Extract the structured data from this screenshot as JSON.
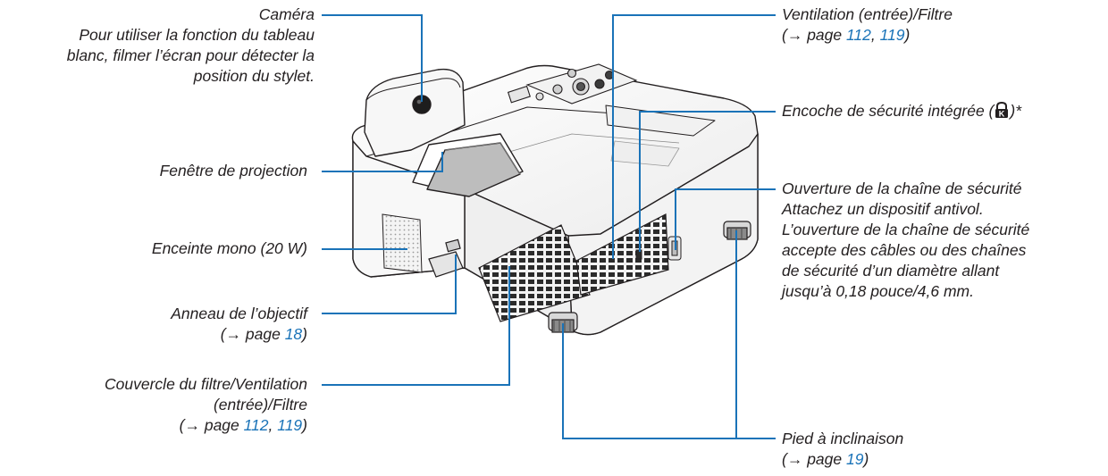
{
  "labels": {
    "camera": {
      "title": "Caméra",
      "desc": [
        "Pour utiliser la fonction du tableau",
        "blanc, filmer l’écran pour détecter la",
        "position du stylet."
      ]
    },
    "projection_window": {
      "title": "Fenêtre de projection"
    },
    "speaker": {
      "title": "Enceinte mono (20 W)"
    },
    "lens_ring": {
      "title": "Anneau de l’objectif",
      "ref_prefix": "(→ page ",
      "page": "18",
      "ref_suffix": ")"
    },
    "filter_cover": {
      "lines": [
        "Couvercle du filtre/Ventilation",
        "(entrée)/Filtre"
      ],
      "ref_prefix": "(→ page ",
      "page1": "112",
      "sep": ", ",
      "page2": "119",
      "ref_suffix": ")"
    },
    "vent_filter": {
      "title": "Ventilation (entrée)/Filtre",
      "ref_prefix": "(→ page ",
      "page1": "112",
      "sep": ", ",
      "page2": "119",
      "ref_suffix": ")"
    },
    "security_slot": {
      "prefix": "Encoche de sécurité intégrée (",
      "icon": "kensington-lock-icon",
      "suffix": ")*"
    },
    "security_chain": {
      "lines": [
        "Ouverture de la chaîne de sécurité",
        "Attachez un dispositif antivol.",
        "L’ouverture de la chaîne de sécurité",
        "accepte des câbles ou des chaînes",
        "de sécurité d’un diamètre allant",
        "jusqu’à 0,18 pouce/4,6 mm."
      ]
    },
    "tilt_foot": {
      "title": "Pied à inclinaison",
      "ref_prefix": "(→ page ",
      "page": "19",
      "ref_suffix": ")"
    }
  },
  "colors": {
    "leader": "#1a73b8",
    "link": "#1a73b8",
    "outline": "#231f20"
  }
}
